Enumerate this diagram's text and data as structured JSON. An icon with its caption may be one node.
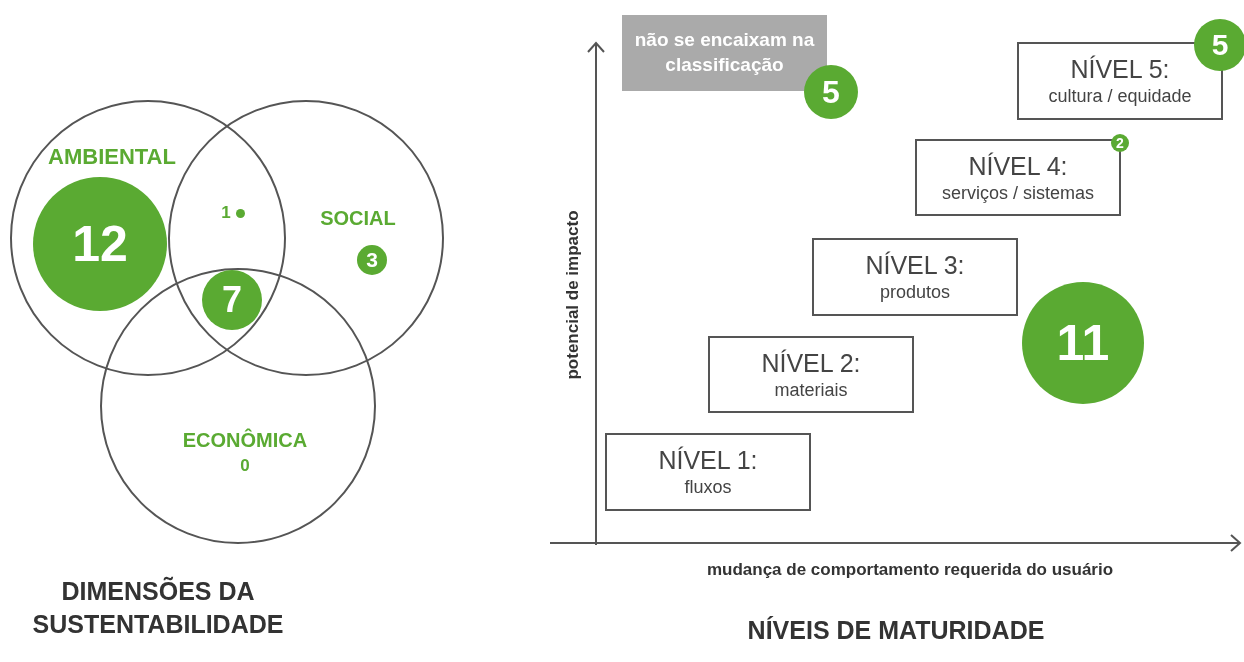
{
  "diagram": {
    "nodes": [
      {
        "text": [
          "AMBIENTAL"
        ]
      },
      {
        "text": [
          "SOCIAL"
        ]
      },
      {
        "text": [
          "ECONÔMICA",
          "0"
        ]
      },
      {
        "text": [
          "12"
        ],
        "in": 0
      },
      {
        "text": [],
        "shape": "circle",
        "beside": [
          "1"
        ]
      },
      {
        "text": [
          "3"
        ],
        "in": 1
      },
      {
        "text": [
          "7"
        ]
      },
      {
        "text": [
          "não se encaixam na classificação"
        ]
      },
      {
        "text": [
          "5"
        ]
      },
      {
        "text": [
          "NÍVEL 5:",
          "cultura / equidade"
        ]
      },
      {
        "text": [
          "5"
        ]
      },
      {
        "text": [
          "NÍVEL 4:",
          "serviços / sistemas"
        ]
      },
      {
        "text": [
          "2"
        ]
      },
      {
        "text": [
          "NÍVEL 3:",
          "produtos"
        ]
      },
      {
        "text": [
          "11"
        ]
      },
      {
        "text": [
          "NÍVEL 2:",
          "materiais"
        ]
      },
      {
        "text": [
          "NÍVEL 1:",
          "fluxos"
        ]
      }
    ],
    "edges": [],
    "labels": [
      "potencial de impacto",
      "mudança de comportamento requerida do usuário",
      "DIMENSÕES DA SUSTENTABILIDADE",
      "NÍVEIS DE MATURIDADE"
    ]
  }
}
